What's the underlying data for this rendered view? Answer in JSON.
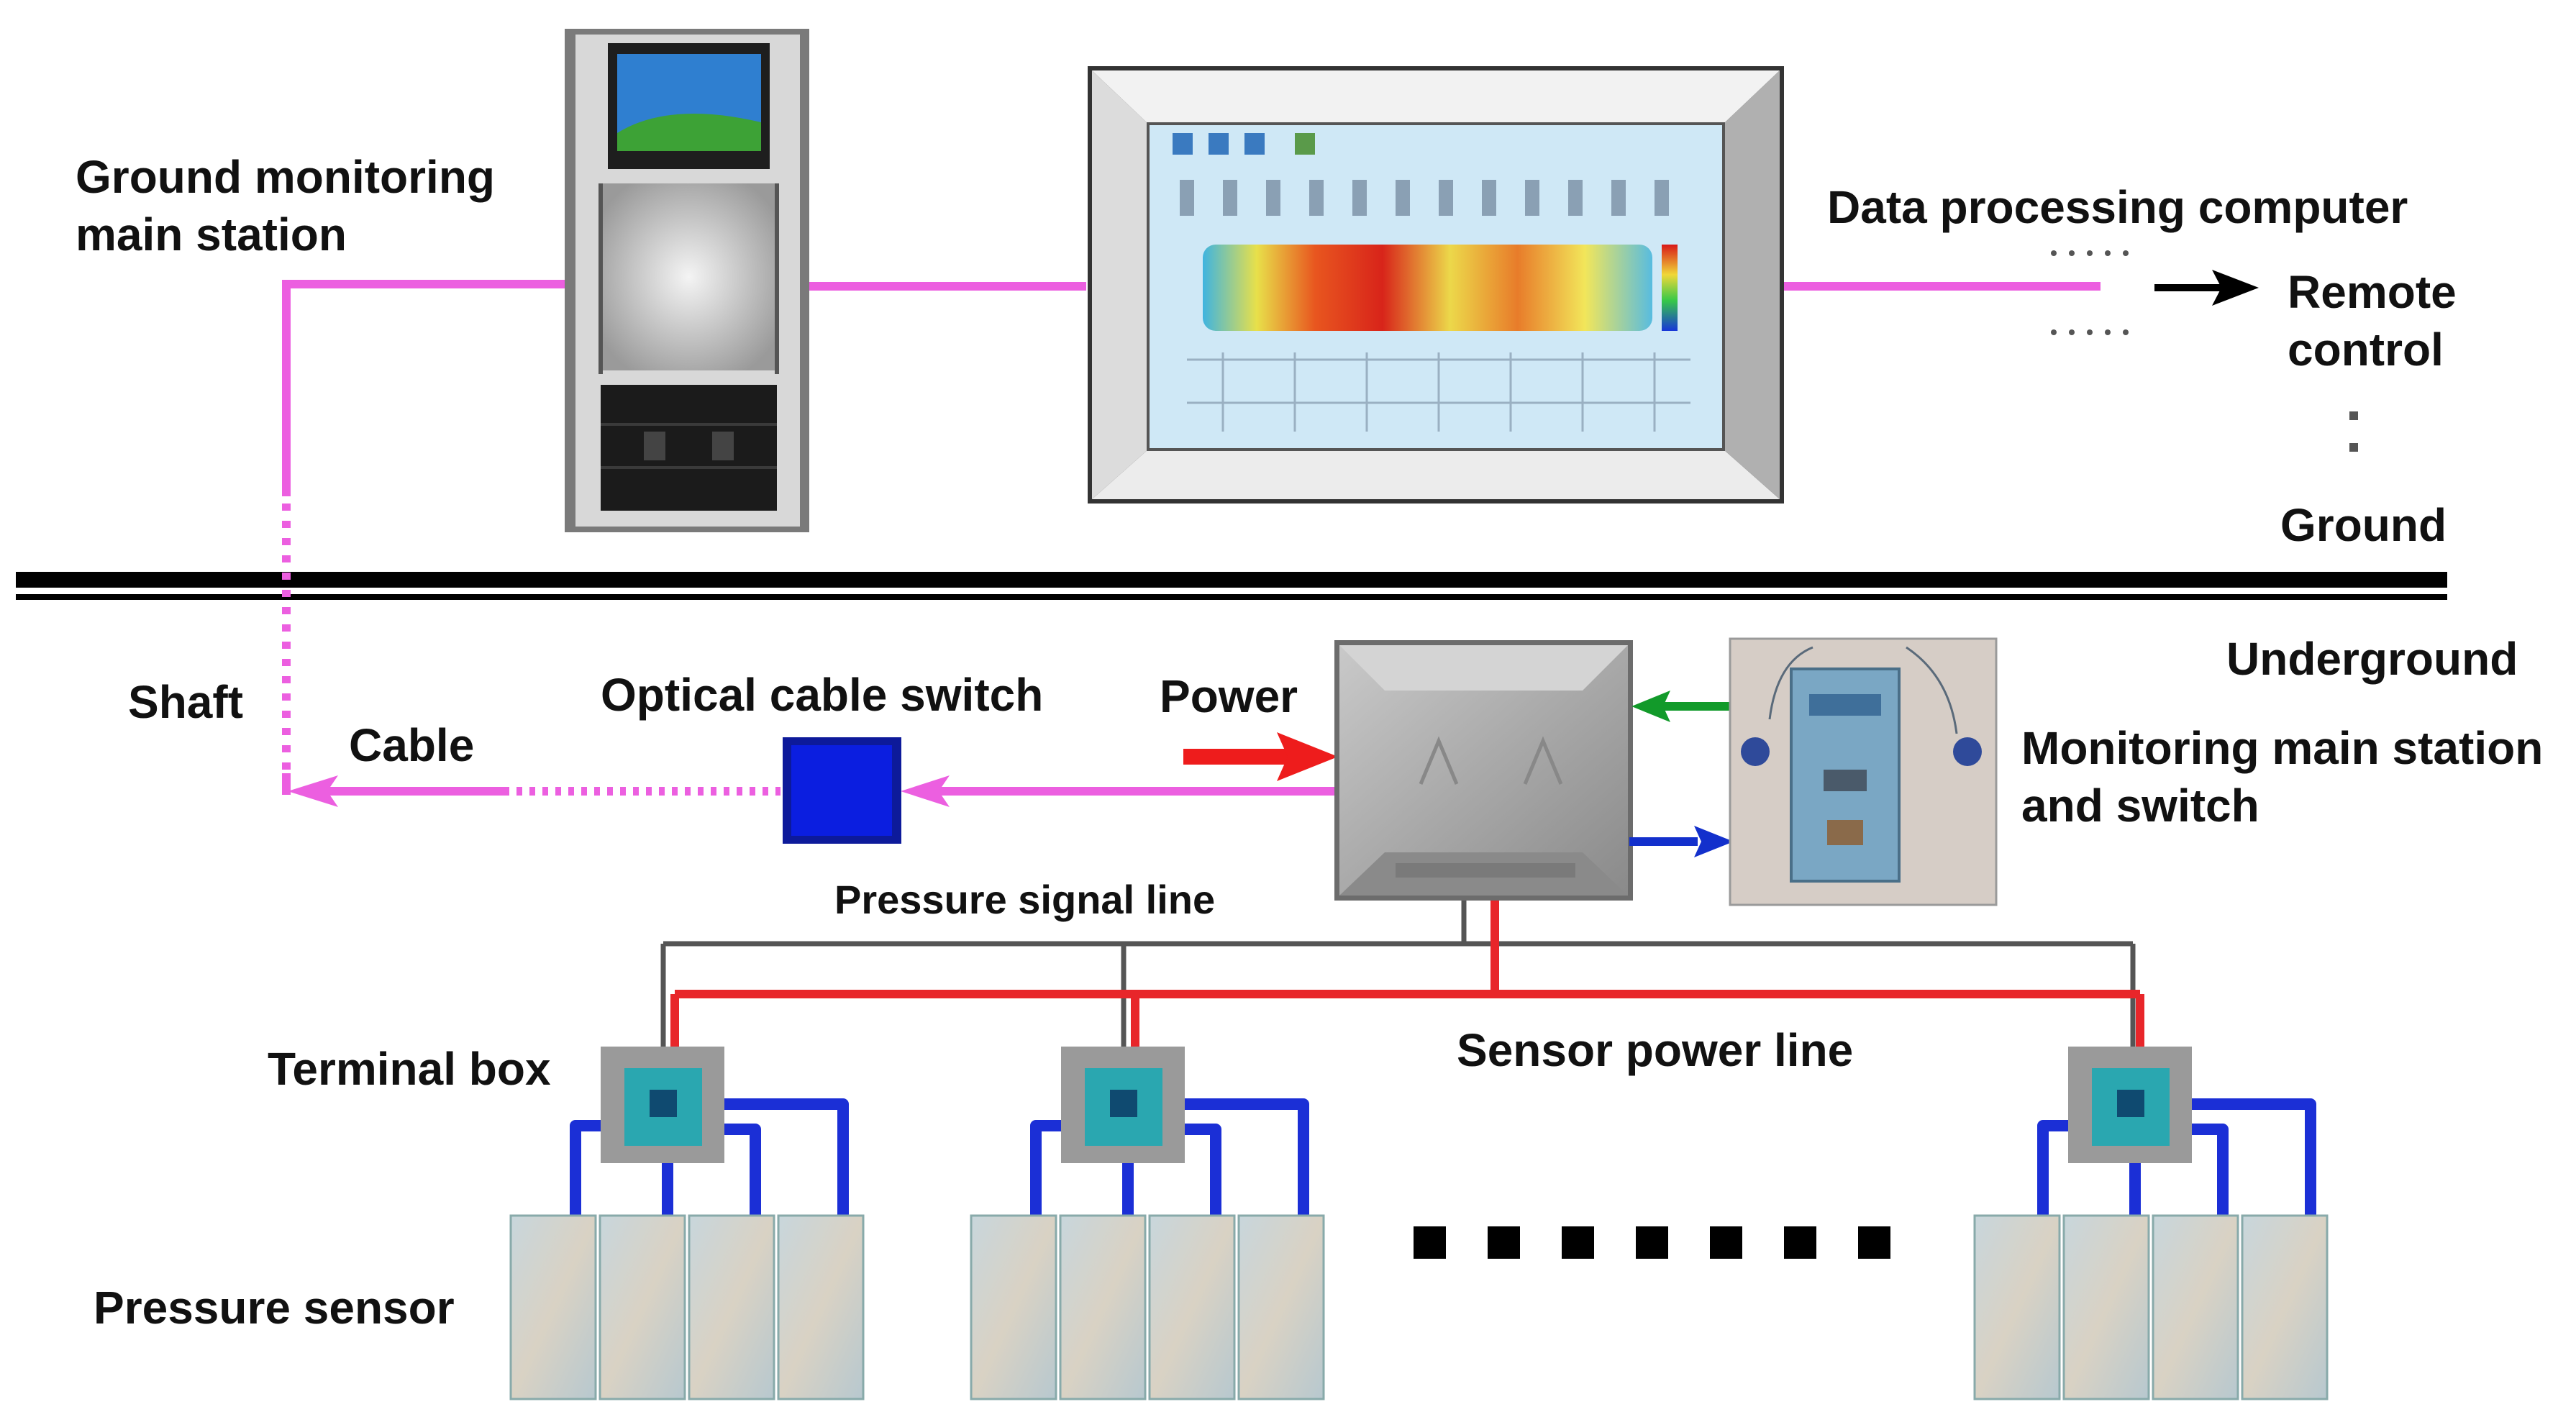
{
  "labels": {
    "ground_station": [
      "Ground monitoring",
      "main station"
    ],
    "data_computer": "Data processing computer",
    "remote_control": [
      "Remote",
      "control"
    ],
    "ground": "Ground",
    "underground": "Underground",
    "shaft": "Shaft",
    "cable": "Cable",
    "optical_switch": "Optical cable switch",
    "power": "Power",
    "monitoring_switch": [
      "Monitoring main station",
      "and switch"
    ],
    "pressure_signal_line": "Pressure signal line",
    "terminal_box": "Terminal box",
    "sensor_power_line": "Sensor power line",
    "pressure_sensor": "Pressure sensor"
  },
  "colors": {
    "fiber": "#ec5fe0",
    "power_line": "#e8262a",
    "signal_line": "#555555",
    "sensor_cable": "#1b2fd6",
    "switch_box": "#0b1ee0",
    "terminal_box": "#2aa7b0",
    "heatmap_bg": "#3fb4e0",
    "arrow_red": "#ee1c1c",
    "arrow_green": "#129a2a",
    "arrow_blue": "#1330cc"
  },
  "icons": {
    "ground_station": "server-cabinet-icon",
    "computer": "monitor-icon",
    "switch": "optical-switch-icon",
    "main_box": "explosion-proof-box-icon",
    "panel": "monitoring-panel-icon",
    "terminal": "terminal-box-icon",
    "sensor": "pressure-sensor-icon"
  }
}
